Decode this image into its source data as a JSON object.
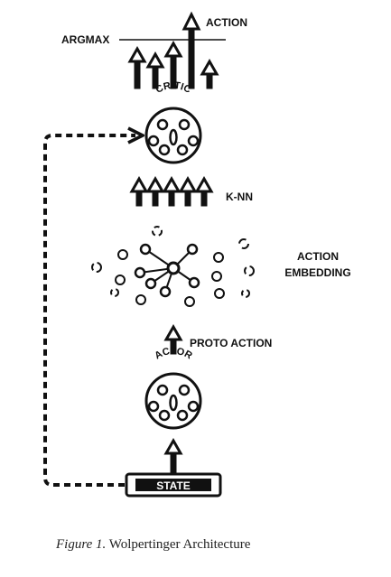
{
  "labels": {
    "argmax": "ARGMAX",
    "action": "ACTION",
    "critic": "CRITIC",
    "knn": "K-NN",
    "action_embedding_line1": "ACTION",
    "action_embedding_line2": "EMBEDDING",
    "proto_action": "PROTO ACTION",
    "actor": "ACTOR",
    "state": "STATE"
  },
  "caption": {
    "figure": "Figure 1.",
    "text": "Wolpertinger Architecture"
  },
  "colors": {
    "ink": "#111111",
    "background": "#ffffff"
  }
}
